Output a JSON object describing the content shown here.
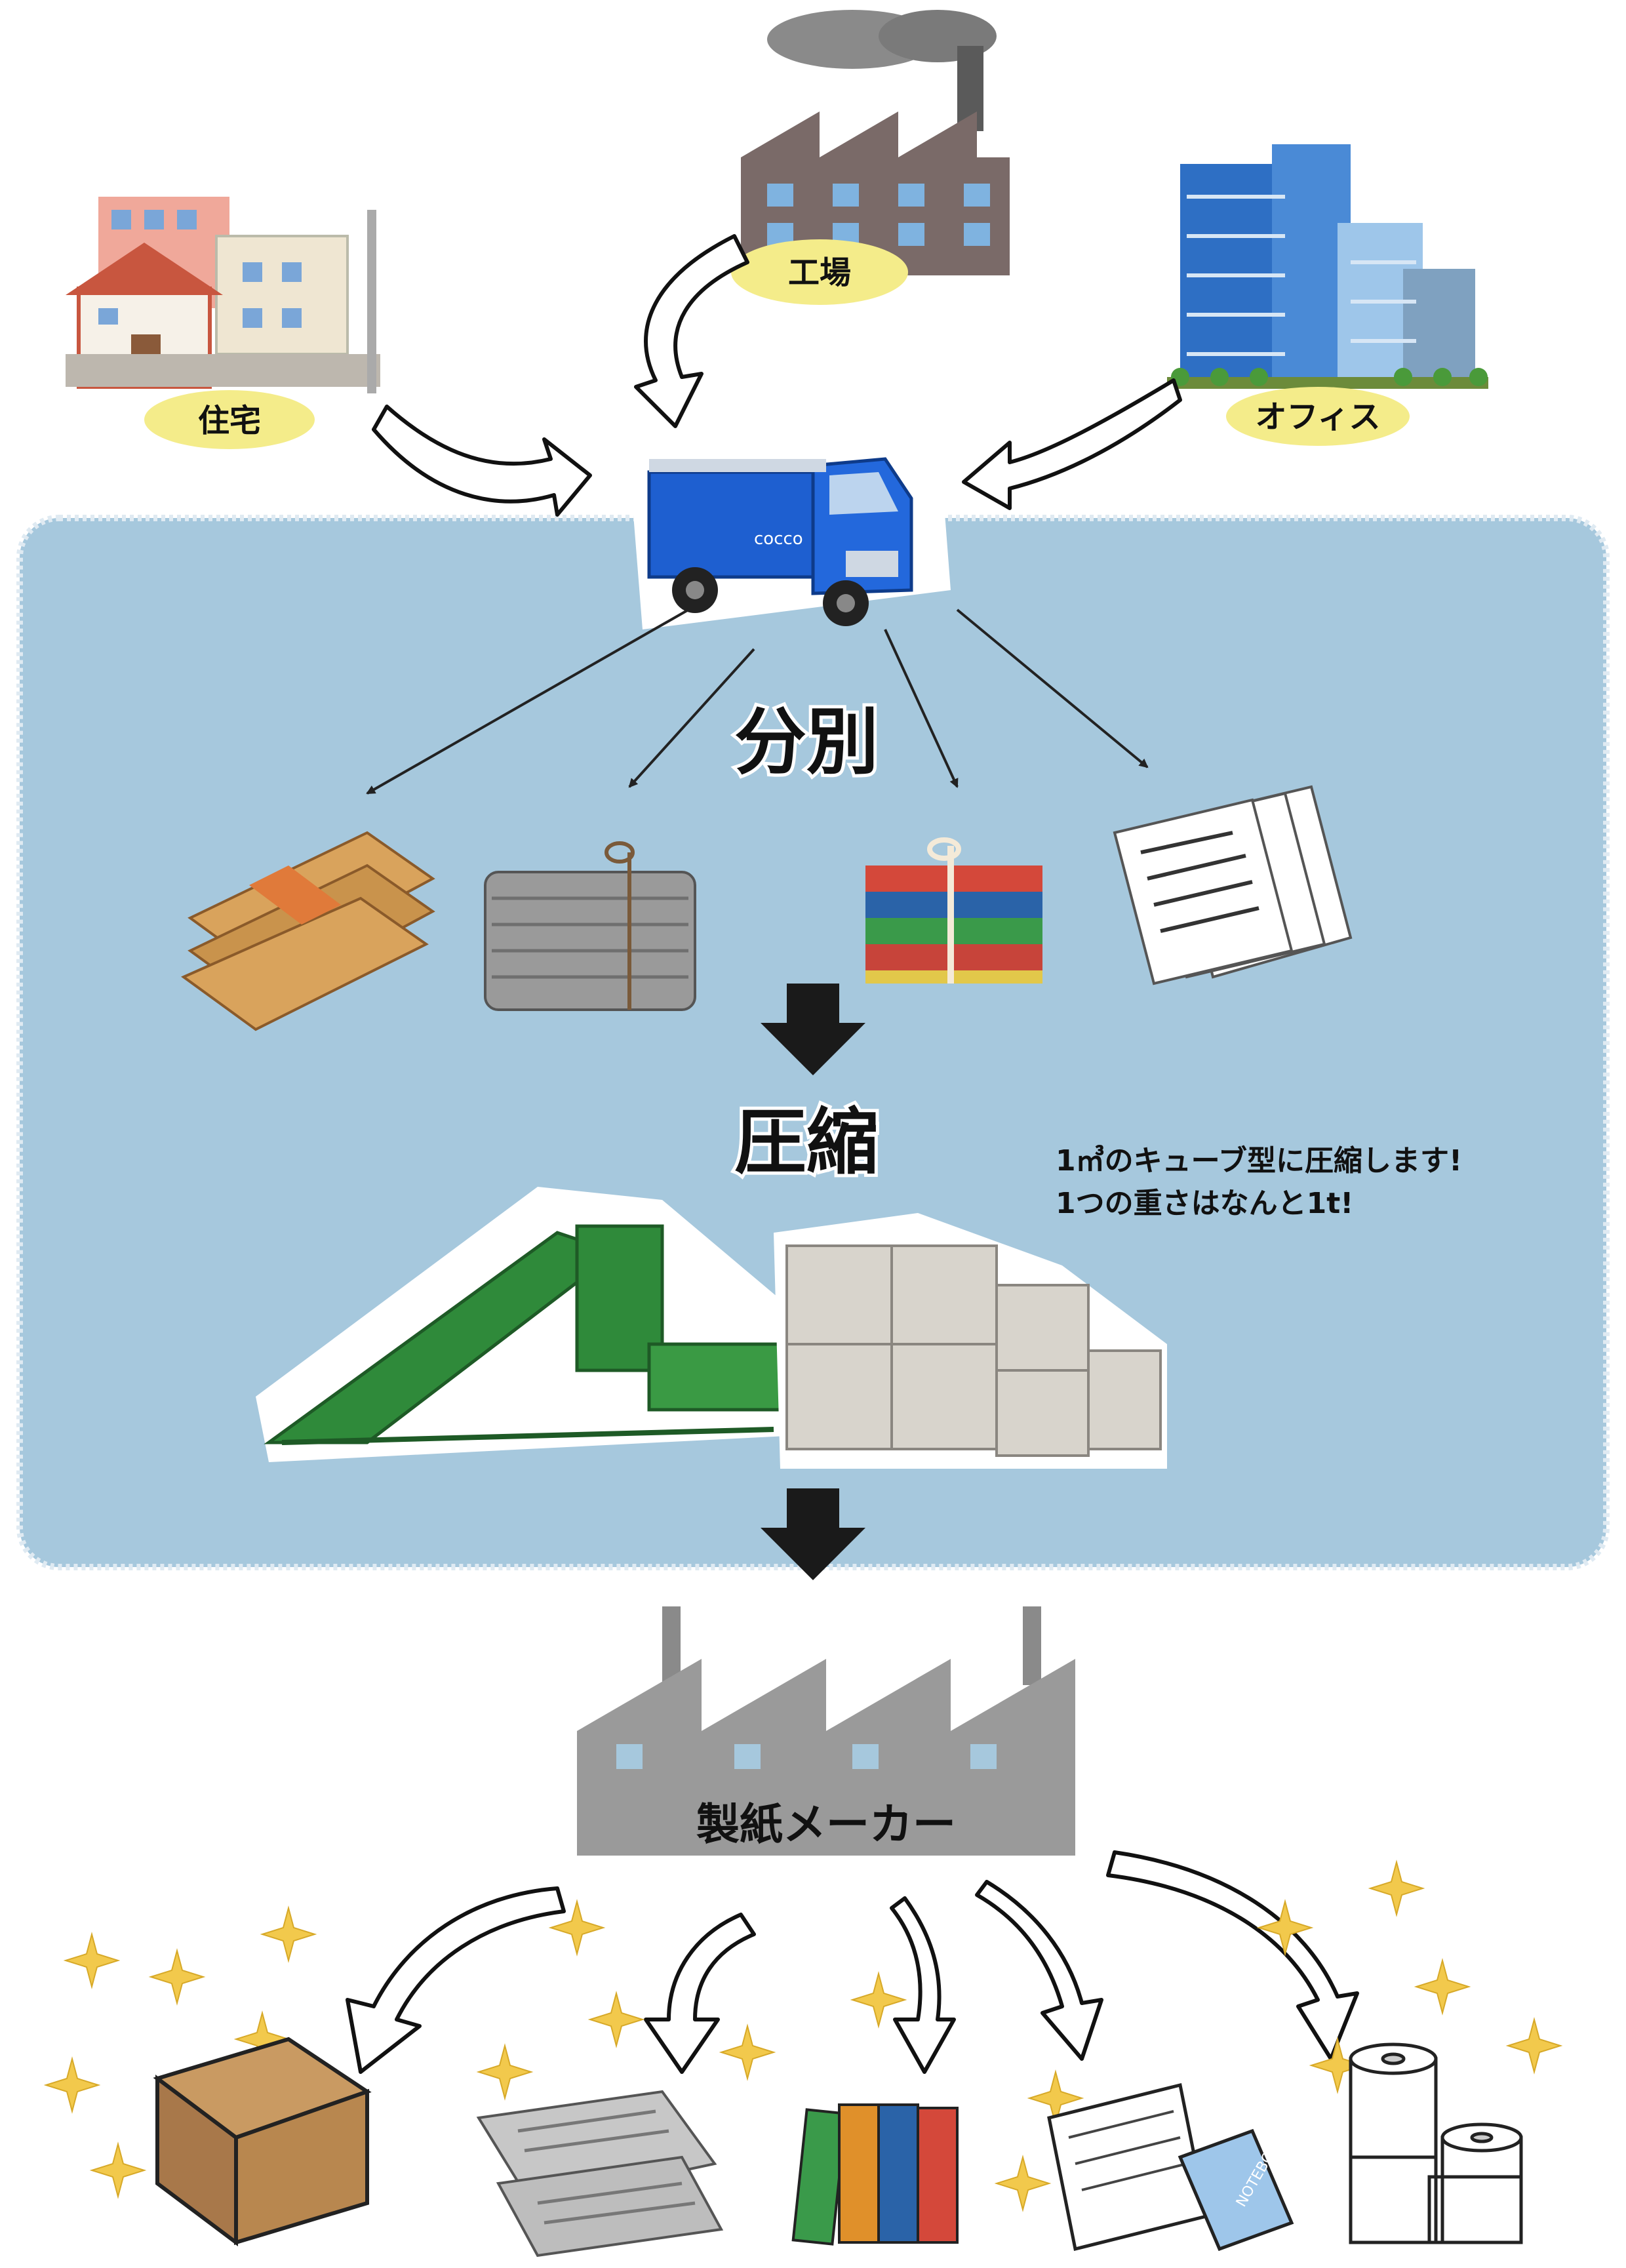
{
  "sources": {
    "factory": "工場",
    "house": "住宅",
    "office": "オフィス"
  },
  "steps": {
    "sort": "分別",
    "compress": "圧縮"
  },
  "truck": {
    "brand": "cocco"
  },
  "notes": {
    "line1": "1㎥のキューブ型に圧縮します!",
    "line2": "1つの重さはなんと1t!"
  },
  "paper_maker": "製紙メーカー",
  "products_book": {
    "notebook_cover": "NOTEBOOK"
  },
  "colors": {
    "process_area": "#a6c8dd",
    "label_badge": "#f4ec8a",
    "truck_blue": "#1e5fd0",
    "machine_green": "#2f8a3a",
    "star_gold": "#f2c94c"
  }
}
